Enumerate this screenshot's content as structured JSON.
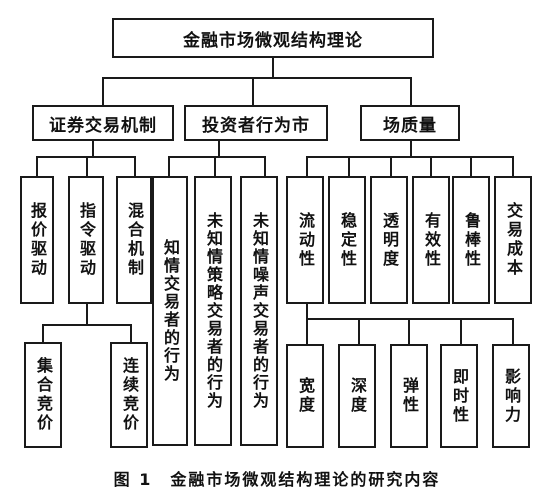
{
  "root": "金融市场微观结构理论",
  "level1": [
    "证券交易机制",
    "投资者行为市",
    "场质量"
  ],
  "trading_mechanism": [
    "报价驱动",
    "指令驱动",
    "混合机制"
  ],
  "order_driven": [
    "集合竞价",
    "连续竞价"
  ],
  "investor_behavior": [
    "知情交易者的行为",
    "未知情策略交易者的行为",
    "未知情噪声交易者的行为"
  ],
  "market_quality": [
    "流动性",
    "稳定性",
    "透明度",
    "有效性",
    "鲁棒性",
    "交易成本"
  ],
  "liquidity": [
    "宽度",
    "深度",
    "弹性",
    "即时性",
    "影响力"
  ],
  "caption": "图 1　金融市场微观结构理论的研究内容"
}
